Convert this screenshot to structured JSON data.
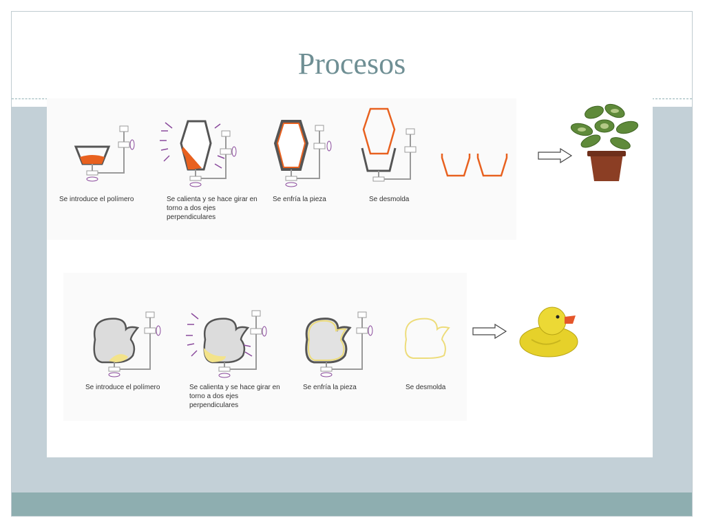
{
  "slide": {
    "title": "Procesos",
    "colors": {
      "frame": "#c3d0d7",
      "footer": "#8eaeb0",
      "title": "#6f8f94",
      "polymer_orange": "#e8611f",
      "polymer_yellow": "#f3e38a",
      "arrow_purple": "#8a4a9c"
    },
    "row1": {
      "steps": [
        {
          "caption": "Se introduce el polímero"
        },
        {
          "caption": "Se calienta y se hace girar en torno a dos ejes perpendiculares"
        },
        {
          "caption": "Se enfría la pieza"
        },
        {
          "caption": "Se desmolda"
        }
      ],
      "result_icon": "potted-plant-icon"
    },
    "row2": {
      "steps": [
        {
          "caption": "Se introduce el polímero"
        },
        {
          "caption": "Se calienta y se hace girar en torno a dos ejes perpendiculares"
        },
        {
          "caption": "Se enfría la pieza"
        },
        {
          "caption": "Se desmolda"
        }
      ],
      "result_icon": "rubber-duck-icon"
    }
  }
}
